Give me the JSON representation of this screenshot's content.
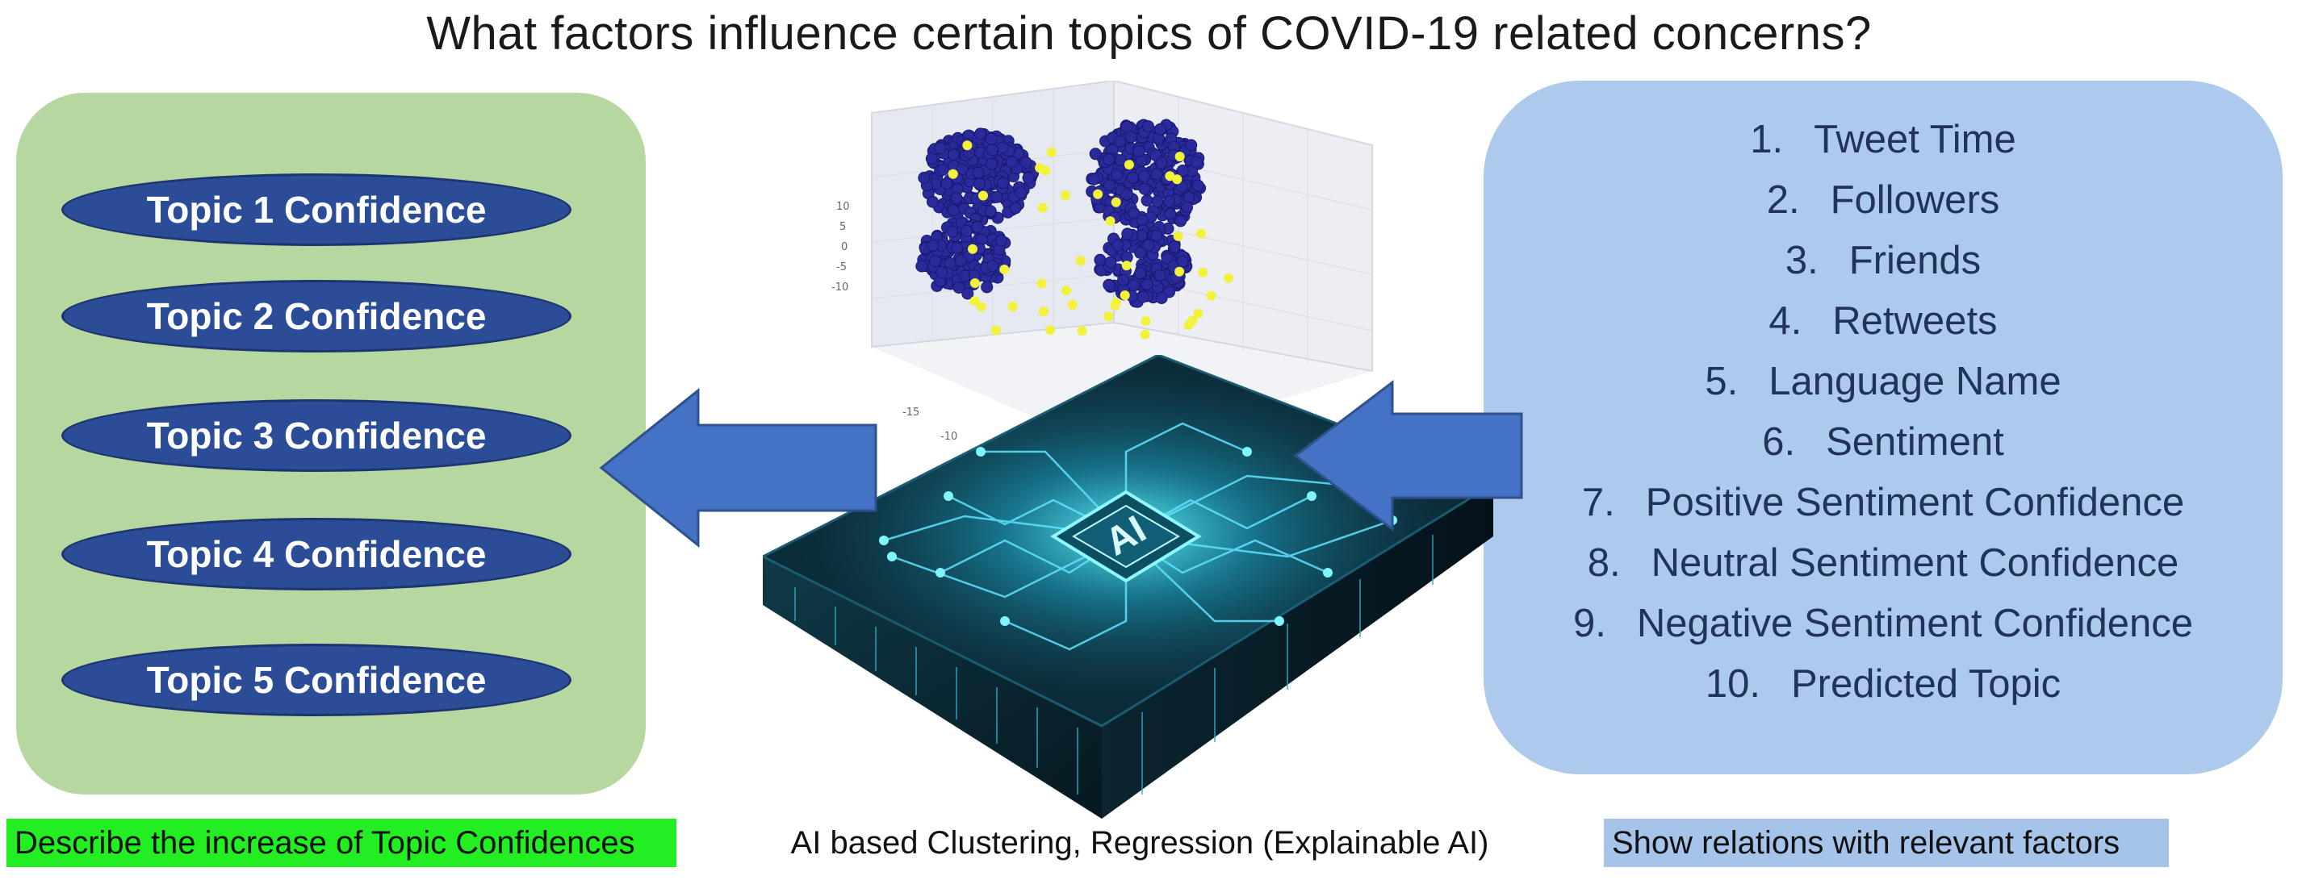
{
  "title": "What factors influence certain topics of COVID-19 related concerns?",
  "topics": [
    "Topic 1 Confidence",
    "Topic 2 Confidence",
    "Topic 3 Confidence",
    "Topic 4 Confidence",
    "Topic 5 Confidence"
  ],
  "factors": [
    {
      "num": "1.",
      "label": "Tweet Time"
    },
    {
      "num": "2.",
      "label": "Followers"
    },
    {
      "num": "3.",
      "label": "Friends"
    },
    {
      "num": "4.",
      "label": "Retweets"
    },
    {
      "num": "5.",
      "label": "Language Name"
    },
    {
      "num": "6.",
      "label": "Sentiment"
    },
    {
      "num": "7.",
      "label": "Positive Sentiment Confidence"
    },
    {
      "num": "8.",
      "label": "Neutral Sentiment Confidence"
    },
    {
      "num": "9.",
      "label": "Negative Sentiment Confidence"
    },
    {
      "num": "10.",
      "label": "Predicted Topic"
    }
  ],
  "chip_label": "AI",
  "scatter_ticks": [
    "10",
    "5",
    "0",
    "-5",
    "-10",
    "-15",
    "-10"
  ],
  "captions": {
    "left": "Describe the increase of Topic Confidences",
    "center": "AI based Clustering, Regression (Explainable AI)",
    "right": "Show relations with relevant factors"
  },
  "colors": {
    "left_panel": "#b6d7a0",
    "pill": "#2b4c97",
    "right_panel": "#adc9eb",
    "factor_text": "#22325e",
    "arrow": "#4472c4",
    "left_highlight": "#22ee22",
    "right_highlight": "#a6c4ea",
    "scatter_cluster": "#2a2a9a",
    "scatter_outlier": "#f2f23a",
    "chip_glow": "#4ef0ff"
  }
}
